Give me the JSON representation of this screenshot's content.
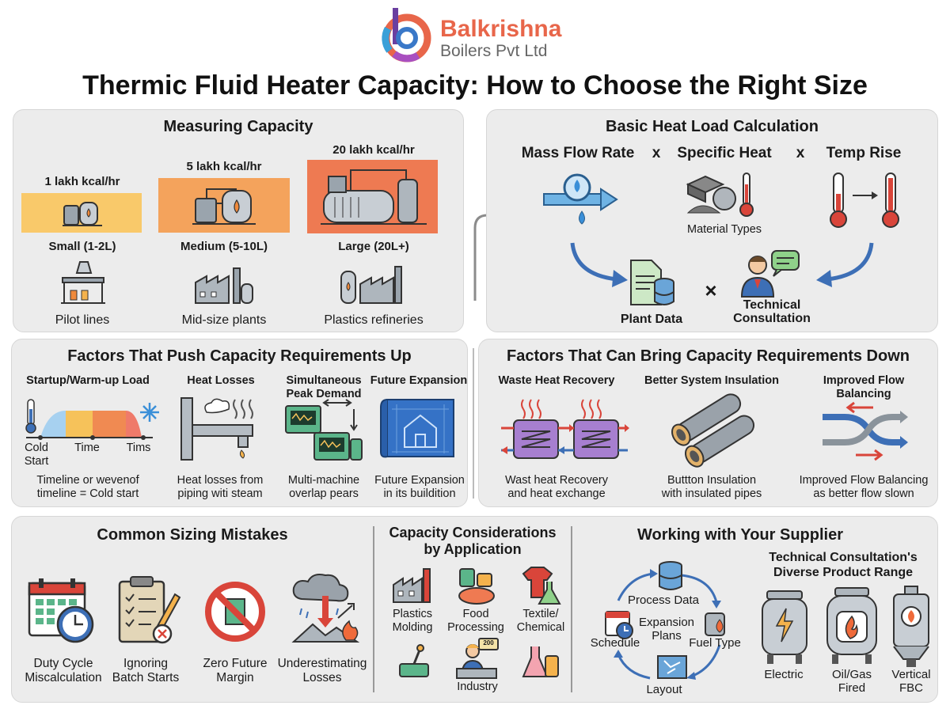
{
  "header": {
    "brand_name": "Balkrishna",
    "brand_sub": "Boilers Pvt Ltd",
    "title": "Thermic Fluid Heater Capacity: How to Choose the Right Size"
  },
  "measuring": {
    "title": "Measuring Capacity",
    "tiers": [
      {
        "capacity": "1 lakh kcal/hr",
        "size": "Small (1-2L)",
        "use": "Pilot lines",
        "color": "#f9c96a"
      },
      {
        "capacity": "5 lakh kcal/hr",
        "size": "Medium (5-10L)",
        "use": "Mid-size plants",
        "color": "#f4a35c"
      },
      {
        "capacity": "20 lakh kcal/hr",
        "size": "Large (20L+)",
        "use": "Plastics refineries",
        "color": "#ee7a52"
      }
    ]
  },
  "heat_load": {
    "title": "Basic Heat Load Calculation",
    "terms": [
      "Mass Flow Rate",
      "Specific Heat",
      "Temp Rise"
    ],
    "operator": "x",
    "material_label": "Material Types",
    "plant_data": "Plant Data",
    "times": "×",
    "consultation": "Technical\nConsultation"
  },
  "factors_up": {
    "title": "Factors That Push Capacity Requirements Up",
    "items": [
      {
        "heading": "Startup/Warm-up Load",
        "caption": "Timeline or wevenof\ntimeline = Cold start"
      },
      {
        "heading": "Heat Losses",
        "caption": "Heat losses from\npiping witi steam"
      },
      {
        "heading": "Simultaneous\nPeak Demand",
        "caption": "Multi-machine\noverlap pears"
      },
      {
        "heading": "Future Expansion",
        "caption": "Future Expansion\nin its buildition"
      }
    ],
    "chart_labels": {
      "cold_start": "Cold\nStart",
      "time": "Time",
      "tims": "Tims"
    }
  },
  "factors_down": {
    "title": "Factors That Can Bring Capacity Requirements Down",
    "items": [
      {
        "heading": "Waste Heat Recovery",
        "caption": "Wast heat Recovery\nand heat exchange"
      },
      {
        "heading": "Better System Insulation",
        "caption": "Buttton Insulation\nwith insulated pipes"
      },
      {
        "heading": "Improved Flow\nBalancing",
        "caption": "Improved Flow Balancing\nas better flow slown"
      }
    ]
  },
  "mistakes": {
    "title": "Common Sizing Mistakes",
    "items": [
      {
        "caption": "Duty Cycle\nMiscalculation"
      },
      {
        "caption": "Ignoring\nBatch Starts"
      },
      {
        "caption": "Zero Future\nMargin"
      },
      {
        "caption": "Underestimating\nLosses"
      }
    ]
  },
  "applications": {
    "title": "Capacity Considerations\nby Application",
    "items": [
      "Plastics\nMolding",
      "Food\nProcessing",
      "Textile/\nChemical",
      "Industry"
    ],
    "badge": "200"
  },
  "supplier": {
    "title": "Working with Your Supplier",
    "subtitle": "Technical Consultation's\nDiverse Product Range",
    "cycle": [
      "Process Data",
      "Expansion\nPlans",
      "Fuel Type",
      "Layout",
      "Schedule"
    ],
    "products": [
      "Electric",
      "Oil/Gas\nFired",
      "Vertical\nFBC"
    ]
  }
}
